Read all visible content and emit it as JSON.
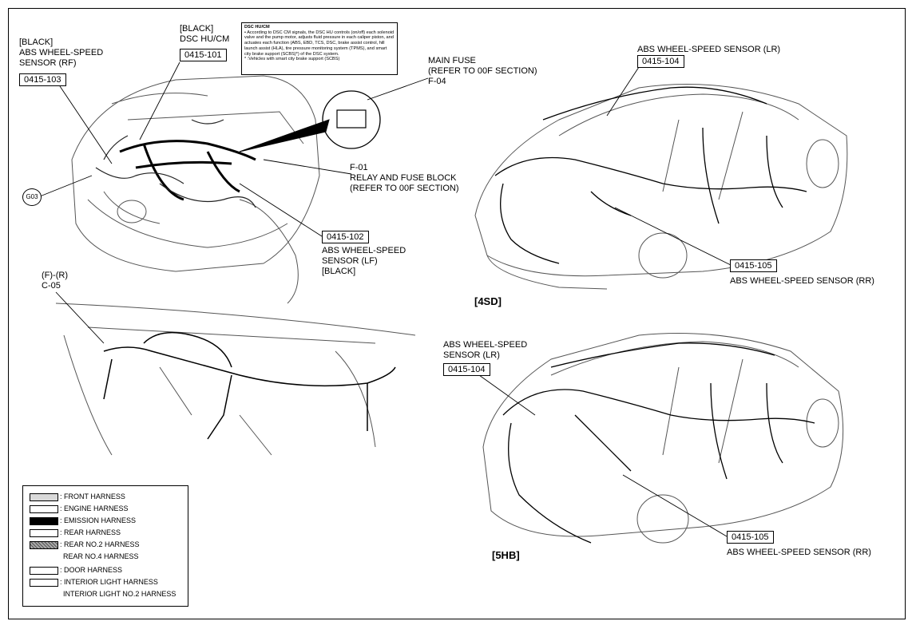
{
  "labels": {
    "rf_color": "[BLACK]",
    "rf_name_1": "ABS WHEEL-SPEED",
    "rf_name_2": "SENSOR (RF)",
    "rf_code": "0415-103",
    "hu_color": "[BLACK]",
    "hu_name": "DSC HU/CM",
    "hu_code": "0415-101",
    "main_fuse_1": "MAIN FUSE",
    "main_fuse_2": "(REFER TO 00F SECTION)",
    "main_fuse_3": "F-04",
    "relay_1": "F-01",
    "relay_2": "RELAY AND FUSE BLOCK",
    "relay_3": "(REFER TO 00F SECTION)",
    "lf_code": "0415-102",
    "lf_name_1": "ABS WHEEL-SPEED",
    "lf_name_2": "SENSOR (LF)",
    "lf_color": "[BLACK]",
    "g03": "G03",
    "fr_conn_1": "(F)-(R)",
    "fr_conn_2": "C-05",
    "sd_lr_name": "ABS WHEEL-SPEED SENSOR (LR)",
    "sd_lr_code": "0415-104",
    "sd_rr_code": "0415-105",
    "sd_rr_name": "ABS WHEEL-SPEED SENSOR (RR)",
    "sd_tag": "[4SD]",
    "hb_lr_name_1": "ABS WHEEL-SPEED",
    "hb_lr_name_2": "SENSOR (LR)",
    "hb_lr_code": "0415-104",
    "hb_rr_code": "0415-105",
    "hb_rr_name": "ABS WHEEL-SPEED SENSOR (RR)",
    "hb_tag": "[5HB]"
  },
  "dsc_note": {
    "title": "DSC HU/CM",
    "body": "• According to DSC CM signals, the DSC HU controls (on/off) each solenoid valve and the pump motor, adjusts fluid pressure in each caliper piston, and actuates each function (ABS, EBD, TCS, DSC, brake assist control, hill launch assist (HLA), tire pressure monitoring system (TPMS), and smart city brake support (SCBS)*) of the DSC system.",
    "footnote": "*  :Vehicles with smart city brake support (SCBS)"
  },
  "legend": [
    {
      "label": ": FRONT HARNESS",
      "swatch": "#d9d9d9"
    },
    {
      "label": ": ENGINE HARNESS",
      "swatch": "#ffffff"
    },
    {
      "label": ": EMISSION HARNESS",
      "swatch": "#000000"
    },
    {
      "label": ": REAR HARNESS",
      "swatch": "#ffffff"
    },
    {
      "label": ": REAR NO.2 HARNESS",
      "swatch": "#8c8c8c"
    },
    {
      "label": "REAR NO.4 HARNESS",
      "swatch": ""
    },
    {
      "label": ": DOOR HARNESS",
      "swatch": "#ffffff"
    },
    {
      "label": ": INTERIOR LIGHT HARNESS",
      "swatch": "#ffffff"
    },
    {
      "label": "INTERIOR LIGHT NO.2 HARNESS",
      "swatch": ""
    }
  ]
}
